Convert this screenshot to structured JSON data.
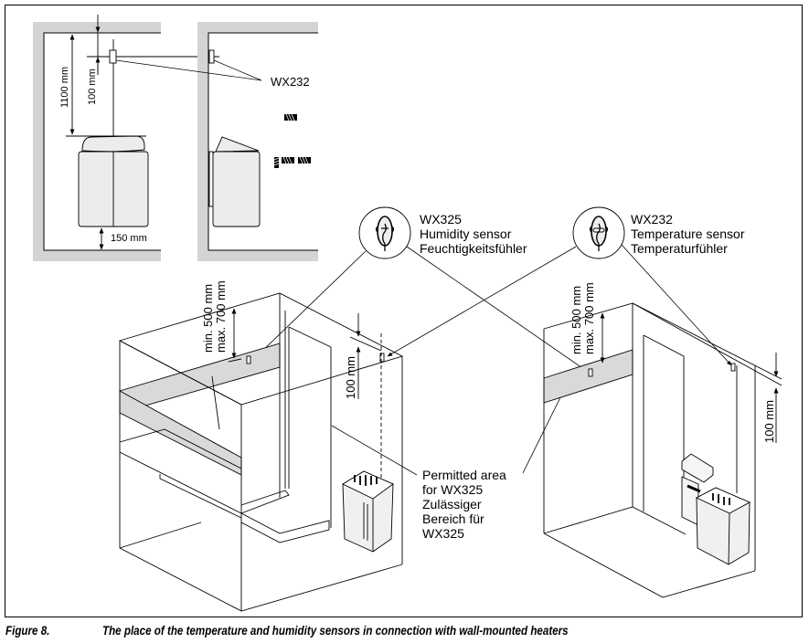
{
  "figure": {
    "number_label": "Figure 8.",
    "caption": "The place of the temperature and humidity sensors in connection with wall-mounted heaters"
  },
  "top_detail": {
    "dim_1100": "1100 mm",
    "dim_100": "100 mm",
    "dim_150": "150 mm",
    "sensor_label": "WX232"
  },
  "callouts": {
    "humidity": {
      "model": "WX325",
      "name_en": "Humidity sensor",
      "name_de": "Feuchtigkeitsfühler"
    },
    "temperature": {
      "model": "WX232",
      "name_en": "Temperature sensor",
      "name_de": "Temperaturfühler"
    },
    "permitted_area": {
      "line1": "Permitted area",
      "line2": "for WX325",
      "line3": "Zulässiger",
      "line4": "Bereich für",
      "line5": "WX325"
    }
  },
  "left_room": {
    "dim_min": "min. 500 mm",
    "dim_max": "max. 700 mm",
    "dim_100": "100 mm"
  },
  "right_room": {
    "dim_min": "min. 500 mm",
    "dim_max": "max. 700 mm",
    "dim_100": "100 mm"
  },
  "colors": {
    "wall_gray": "#d4d4d4",
    "band_gray": "#d9d9d9",
    "heater_fill": "#ececec",
    "line": "#000000"
  }
}
